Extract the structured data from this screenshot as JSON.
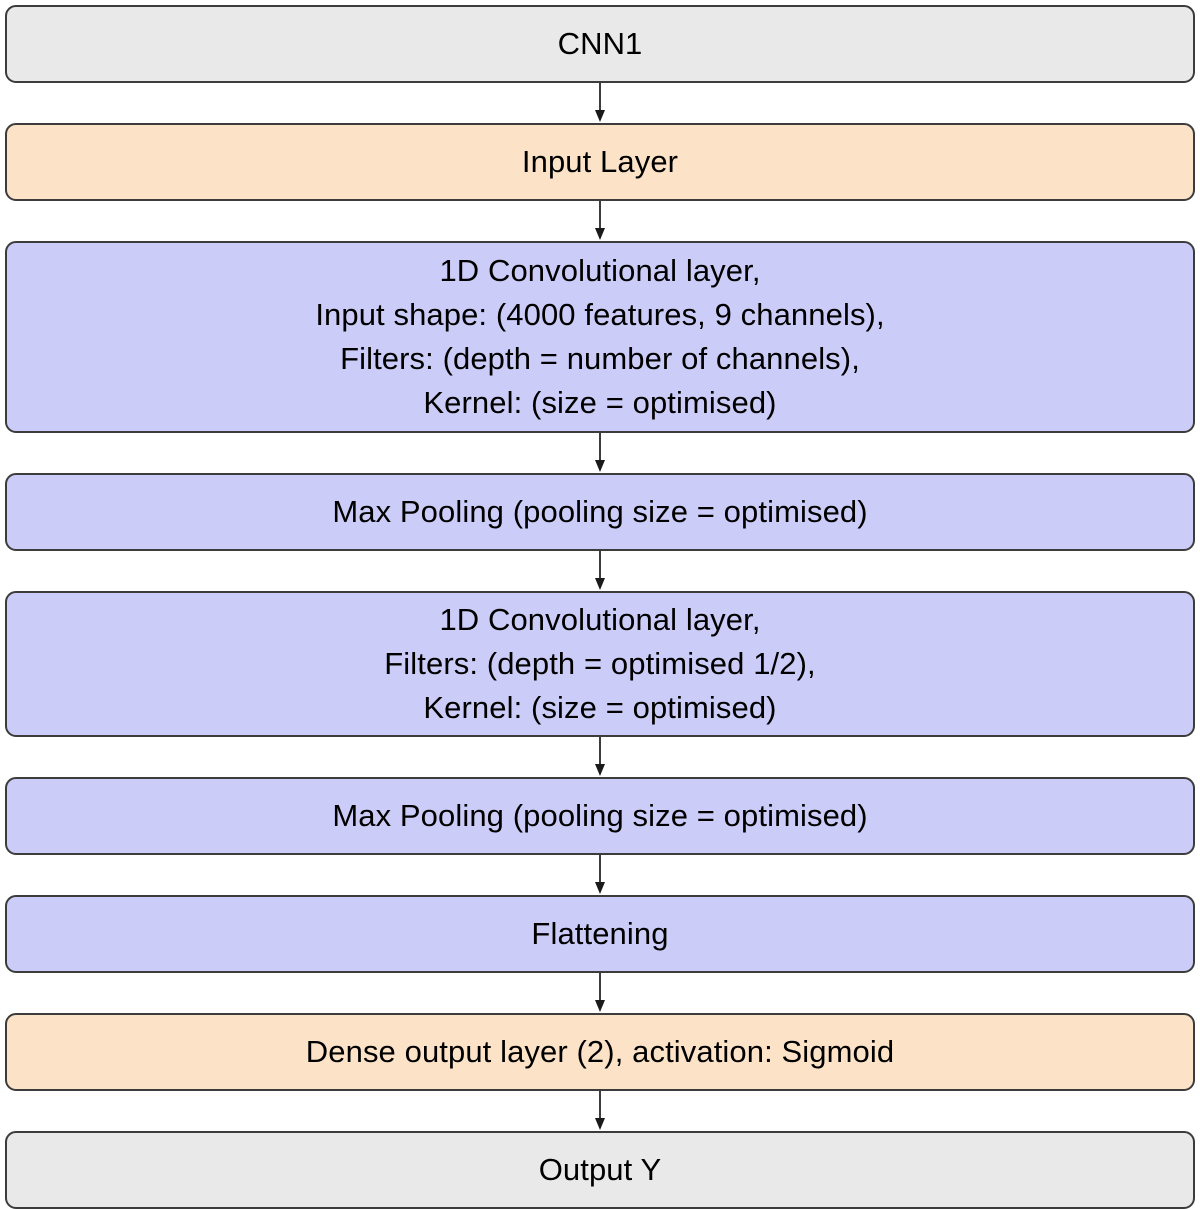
{
  "diagram": {
    "title": "CNN1",
    "type": "flowchart",
    "orientation": "top-to-bottom",
    "colors": {
      "terminal_fill": "#e9e9e9",
      "io_fill": "#fce3c8",
      "layer_fill": "#ccccf8",
      "border": "#3c3c3c",
      "text": "#000000",
      "arrow": "#3c3c3c",
      "background": "#ffffff"
    },
    "nodes": [
      {
        "id": "cnn1",
        "kind": "terminal",
        "label": "CNN1"
      },
      {
        "id": "input-layer",
        "kind": "io",
        "label": "Input Layer"
      },
      {
        "id": "conv1d-1",
        "kind": "layer",
        "label": "1D Convolutional layer,\nInput shape: (4000 features, 9 channels),\nFilters: (depth = number of channels),\nKernel: (size = optimised)"
      },
      {
        "id": "maxpool-1",
        "kind": "layer",
        "label": "Max Pooling (pooling size = optimised)"
      },
      {
        "id": "conv1d-2",
        "kind": "layer",
        "label": "1D Convolutional layer,\nFilters: (depth = optimised 1/2),\nKernel: (size = optimised)"
      },
      {
        "id": "maxpool-2",
        "kind": "layer",
        "label": "Max Pooling (pooling size = optimised)"
      },
      {
        "id": "flattening",
        "kind": "layer",
        "label": "Flattening"
      },
      {
        "id": "dense-output",
        "kind": "io",
        "label": "Dense output layer (2), activation: Sigmoid"
      },
      {
        "id": "output-y",
        "kind": "terminal",
        "label": "Output Y"
      }
    ],
    "edges": [
      {
        "from": "cnn1",
        "to": "input-layer"
      },
      {
        "from": "input-layer",
        "to": "conv1d-1"
      },
      {
        "from": "conv1d-1",
        "to": "maxpool-1"
      },
      {
        "from": "maxpool-1",
        "to": "conv1d-2"
      },
      {
        "from": "conv1d-2",
        "to": "maxpool-2"
      },
      {
        "from": "maxpool-2",
        "to": "flattening"
      },
      {
        "from": "flattening",
        "to": "dense-output"
      },
      {
        "from": "dense-output",
        "to": "output-y"
      }
    ]
  }
}
